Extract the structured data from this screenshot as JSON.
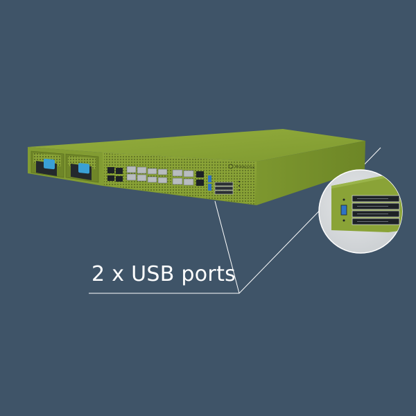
{
  "image": {
    "background_color": "#3f5468",
    "device": {
      "body_color": "#8fa83a",
      "top_color": "#86a035",
      "brand_text": "MIKROTIK",
      "power_supply_count": 2,
      "latch_color": "#3aa0d6"
    },
    "callout": {
      "label": "2 x USB ports",
      "line_color": "#ffffff",
      "zoom_background": "#d4d7d9"
    }
  }
}
